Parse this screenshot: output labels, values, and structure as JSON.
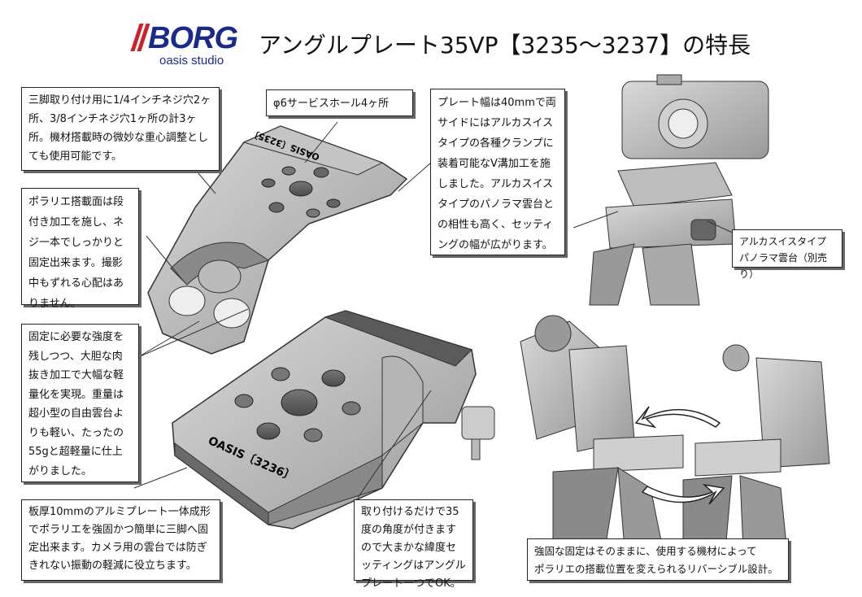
{
  "logo": {
    "brand": "BORG",
    "sub": "oasis studio"
  },
  "title": "アングルプレート35VP【3235～3237】の特長",
  "plate_engraving": {
    "top": "OASIS〔3235〕",
    "bottom": "OASIS〔3236〕"
  },
  "callouts": {
    "mount_holes": "三脚取り付け用に1/4インチネジ穴2ヶ所、3/8インチネジ穴1ヶ所の計3ヶ所。機材搭載時の微妙な重心調整としても使用可能です。",
    "service_holes": "φ6サービスホール4ヶ所",
    "plate_width": "プレート幅は40mmで両サイドにはアルカスイスタイプの各種クランプに装着可能なV溝加工を施しました。アルカスイスタイプのパノラマ雲台との相性も高く、セッティングの幅が広がります。",
    "panorama_head": "アルカスイスタイプパノラマ雲台（別売り）",
    "polarie_surface": "ポラリエ搭載面は段付き加工を施し、ネジ一本でしっかりと固定出来ます。撮影中もずれる心配はありません。",
    "lightweight": "固定に必要な強度を残しつつ、大胆な肉抜き加工で大幅な軽量化を実現。重量は超小型の自由雲台よりも軽い、たったの55gと超軽量に仕上がりました。",
    "aluminum": "板厚10mmのアルミプレート一体成形でポラリエを強固かつ簡単に三脚へ固定出来ます。カメラ用の雲台では防ぎきれない振動の軽減に役立ちます。",
    "angle": "取り付けるだけで35度の角度が付きますので大まかな緯度セッティングはアングルプレート一つでOK。",
    "reversible_line1": "強固な固定はそのままに、使用する機材によって",
    "reversible_line2": "ポラリエの搭載位置を変えられるリバーシブル設計。"
  }
}
